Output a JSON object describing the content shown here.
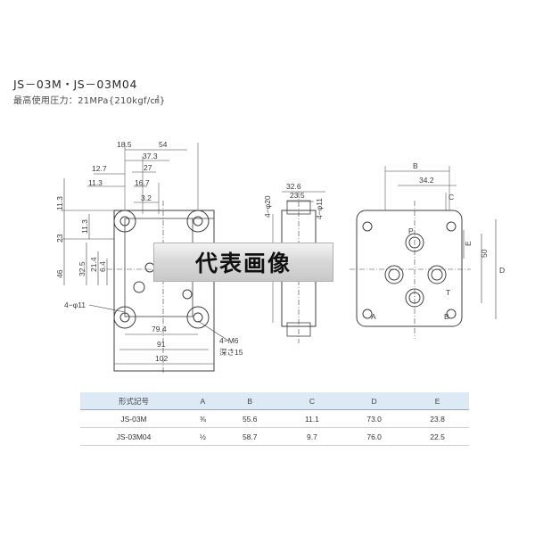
{
  "header": {
    "title": "JS－03M・JS－03M04",
    "pressure": "最高使用圧力：21MPa{210kgf/㎠}"
  },
  "overlay_text": "代表画像",
  "front_view": {
    "dims_top": [
      "18.5",
      "54",
      "37.3",
      "12.7",
      "27",
      "11.3",
      "16.7",
      "3.2"
    ],
    "dims_left": [
      "11.3",
      "23",
      "11.3",
      "46",
      "32.5",
      "21.4",
      "6.4"
    ],
    "dims_bottom": [
      "79.4",
      "91",
      "102"
    ],
    "hole_label": "4−φ11",
    "thread_label": "4−M6",
    "depth_label": "深さ15"
  },
  "side_view": {
    "dims": [
      "32.6",
      "23.5",
      "4−φ20",
      "4−φ11"
    ]
  },
  "port_view": {
    "dims": [
      "B",
      "34.2",
      "C",
      "E",
      "50",
      "D"
    ],
    "ports": [
      "P",
      "T",
      "A",
      "B"
    ]
  },
  "spec_table": {
    "headers": [
      "形式記号",
      "A",
      "B",
      "C",
      "D",
      "E"
    ],
    "rows": [
      [
        "JS-03M",
        "⅜",
        "55.6",
        "11.1",
        "73.0",
        "23.8"
      ],
      [
        "JS-03M04",
        "½",
        "58.7",
        "9.7",
        "76.0",
        "22.5"
      ]
    ]
  },
  "colors": {
    "line": "#3f3f3f",
    "table_header_bg": "#ddeaf5"
  }
}
